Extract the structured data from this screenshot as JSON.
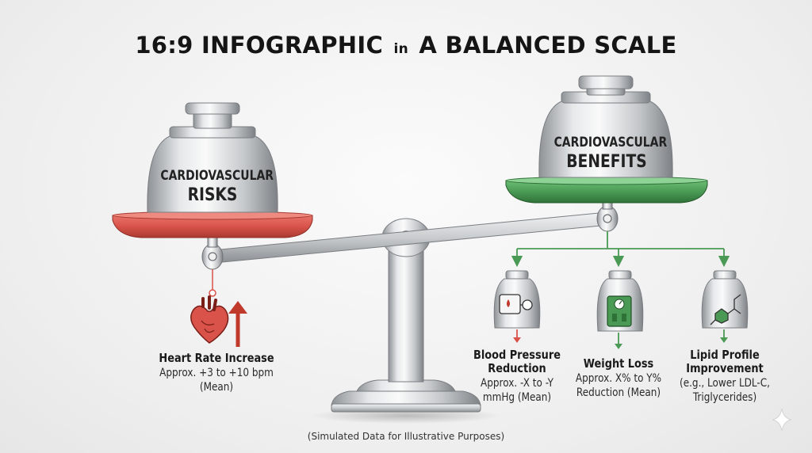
{
  "title": {
    "pre": "16:9 INFOGRAPHIC",
    "mid": "in",
    "post": "A BALANCED SCALE"
  },
  "left_weight": {
    "line1": "CARDIOVASCULAR",
    "line2": "RISKS"
  },
  "right_weight": {
    "line1": "CARDIOVASCULAR",
    "line2": "BENEFITS"
  },
  "risk_item": {
    "heading": "Heart Rate Increase",
    "line1": "Approx. +3 to +10 bpm",
    "line2": "(Mean)",
    "icon": "heart-icon"
  },
  "benefits": [
    {
      "heading1": "Blood Pressure",
      "heading2": "Reduction",
      "line1": "Approx. -X to -Y",
      "line2": "mmHg (Mean)",
      "icon": "blood-pressure-icon"
    },
    {
      "heading1": "Weight Loss",
      "heading2": "",
      "line1": "Approx. X% to Y%",
      "line2": "Reduction (Mean)",
      "icon": "scale-icon"
    },
    {
      "heading1": "Lipid Profile",
      "heading2": "Improvement",
      "line1": "(e.g., Lower LDL-C,",
      "line2": "Triglycerides)",
      "icon": "molecule-icon"
    }
  ],
  "footnote": "(Simulated Data for Illustrative Purposes)",
  "colors": {
    "risk": "#d9534a",
    "benefit": "#4a9a55",
    "arrow_up": "#c0392b",
    "arrow_down": "#d9534a"
  }
}
